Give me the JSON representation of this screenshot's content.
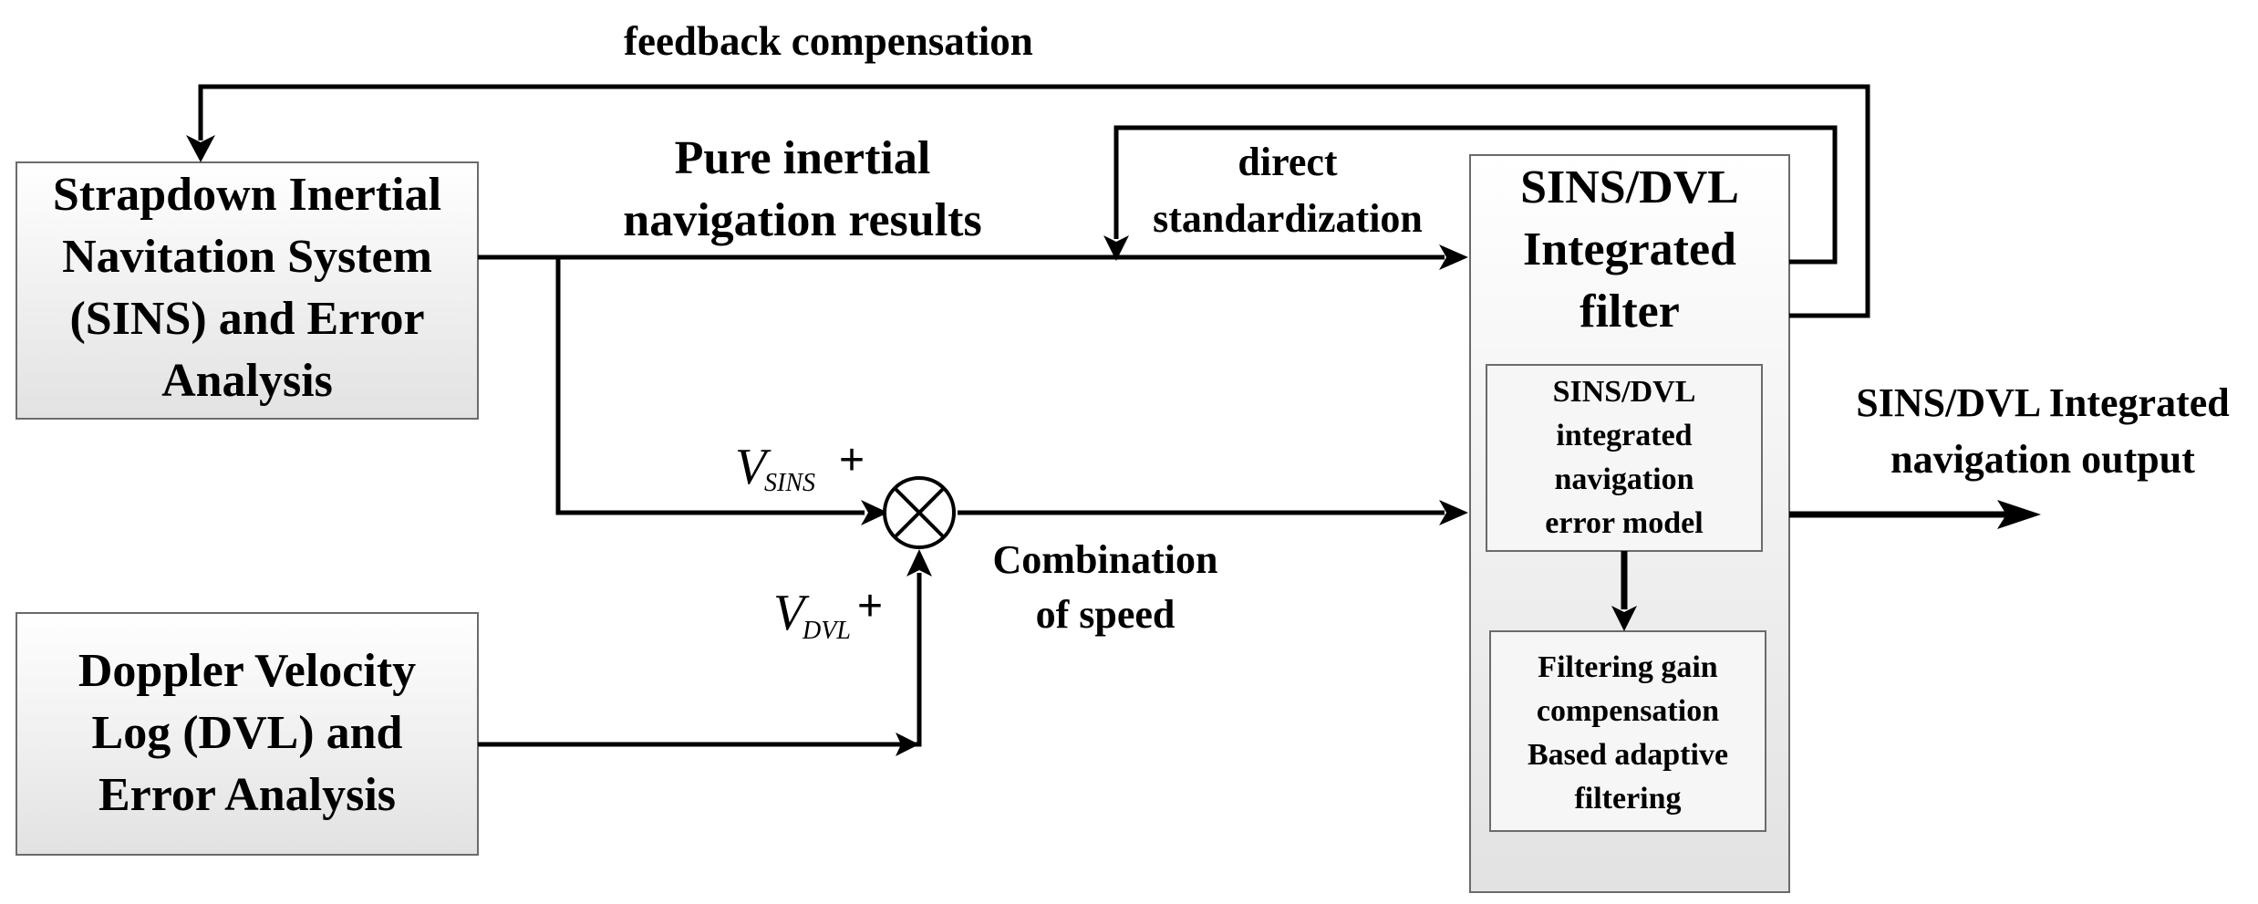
{
  "diagram": {
    "feedback_label": "feedback compensation",
    "sins_box": {
      "lines": [
        "Strapdown Inertial",
        "Navitation System",
        "(SINS) and Error",
        "Analysis"
      ]
    },
    "dvl_box": {
      "lines": [
        "Doppler Velocity",
        "Log (DVL) and",
        "Error Analysis"
      ]
    },
    "pure_inertial_label": [
      "Pure inertial",
      "navigation results"
    ],
    "direct_std_label": [
      "direct",
      "standardization"
    ],
    "filter_box": {
      "title_lines": [
        "SINS/DVL",
        "Integrated",
        "filter"
      ],
      "error_model_lines": [
        "SINS/DVL",
        "integrated",
        "navigation",
        "error model"
      ],
      "gain_lines": [
        "Filtering gain",
        "compensation",
        "Based adaptive",
        "filtering"
      ]
    },
    "v_sins": {
      "symbol": "V",
      "subscript": "SINS",
      "sign": "+"
    },
    "v_dvl": {
      "symbol": "V",
      "subscript": "DVL",
      "sign": "+"
    },
    "combination_label": [
      "Combination",
      "of speed"
    ],
    "output_label": [
      "SINS/DVL Integrated",
      "navigation output"
    ]
  }
}
